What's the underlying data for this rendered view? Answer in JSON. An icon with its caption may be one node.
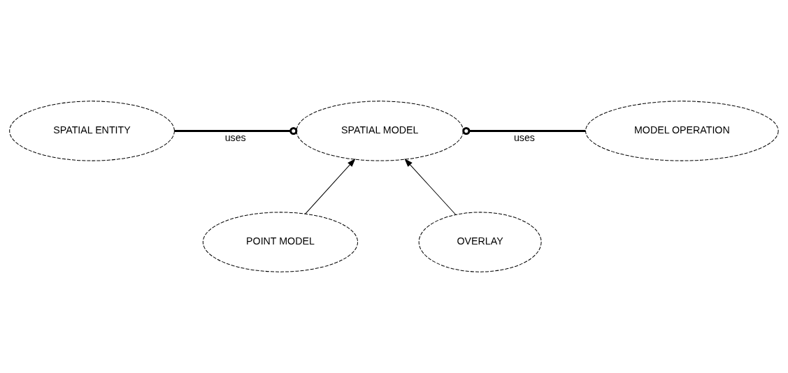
{
  "diagram": {
    "nodes": [
      {
        "text": [
          "SPATIAL ENTITY"
        ]
      },
      {
        "text": [
          "SPATIAL MODEL"
        ]
      },
      {
        "text": [
          "MODEL OPERATION"
        ]
      },
      {
        "text": [
          "POINT MODEL"
        ]
      },
      {
        "text": [
          "OVERLAY"
        ]
      }
    ],
    "edges": [
      {
        "from": 0,
        "to": 1,
        "arrow": "other",
        "label": "uses",
        "style": "thick"
      },
      {
        "from": 2,
        "to": 1,
        "arrow": "other",
        "label": "uses",
        "style": "thick"
      },
      {
        "from": 3,
        "to": 1,
        "arrow": "to"
      },
      {
        "from": 4,
        "to": 1,
        "arrow": "to"
      }
    ]
  }
}
